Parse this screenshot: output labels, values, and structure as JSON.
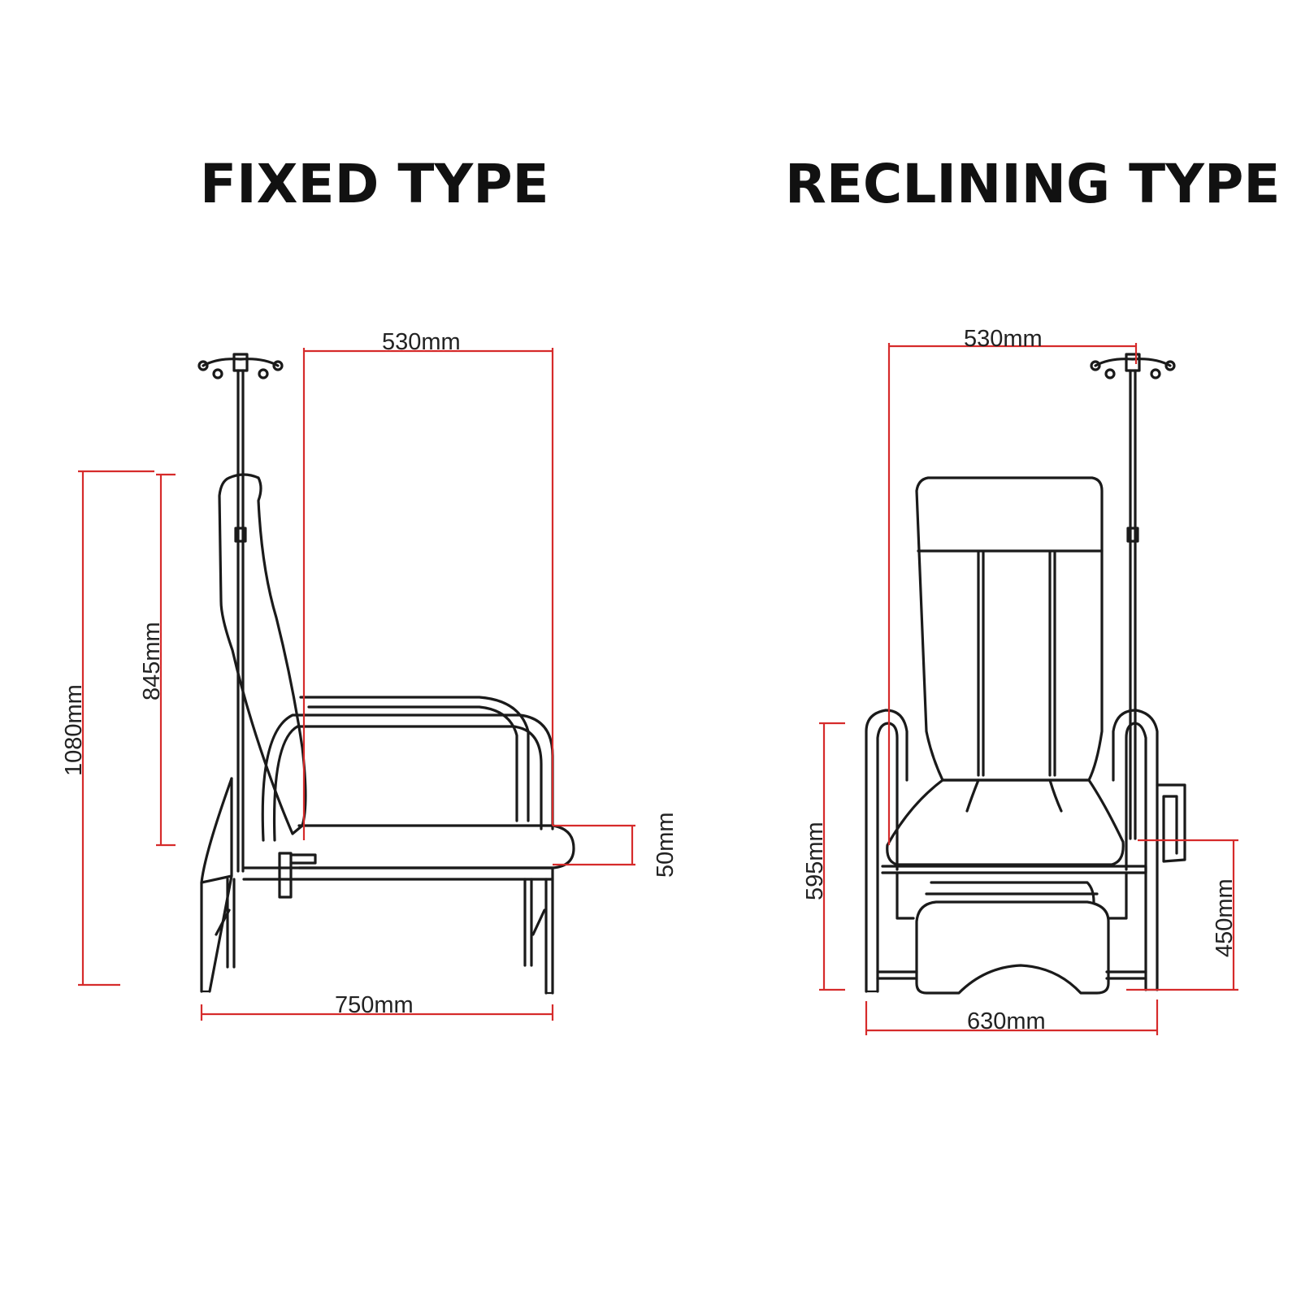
{
  "titles": {
    "fixed": "FIXED TYPE",
    "reclining": "RECLINING TYPE"
  },
  "fixed_dims": {
    "depth": "530mm",
    "total_height": "1080mm",
    "back_height": "845mm",
    "seat_thickness": "50mm",
    "length": "750mm"
  },
  "reclining_dims": {
    "depth": "530mm",
    "seat_height": "595mm",
    "arm_height": "450mm",
    "width": "630mm"
  },
  "colors": {
    "line": "#1a1a1a",
    "dimension": "#d62b2b"
  }
}
